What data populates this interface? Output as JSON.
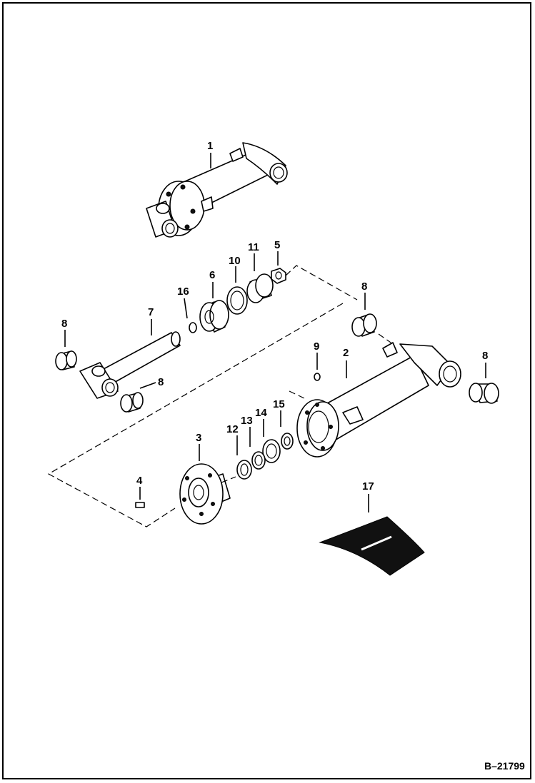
{
  "callouts": {
    "c1": "1",
    "c2": "2",
    "c3": "3",
    "c4": "4",
    "c5": "5",
    "c6": "6",
    "c7": "7",
    "c8a": "8",
    "c8b": "8",
    "c8c": "8",
    "c8d": "8",
    "c9": "9",
    "c10": "10",
    "c11": "11",
    "c12": "12",
    "c13": "13",
    "c14": "14",
    "c15": "15",
    "c16": "16",
    "c17": "17"
  },
  "drawing_number": "B–21799"
}
